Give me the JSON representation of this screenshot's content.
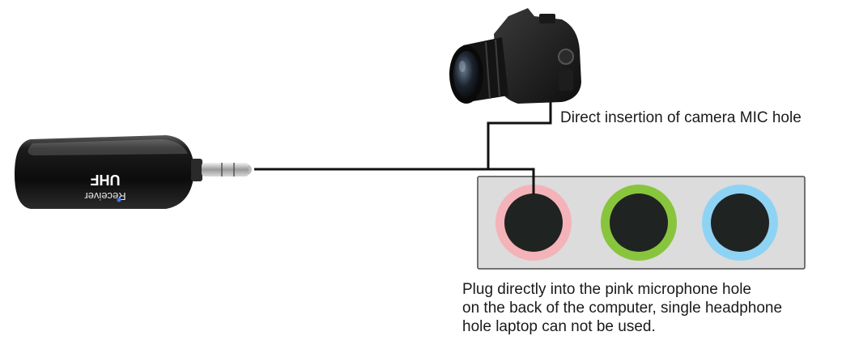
{
  "receiver": {
    "brand": "UHF",
    "model": "Receiver"
  },
  "camera_caption": "Direct insertion of camera MIC hole",
  "computer_caption": {
    "line1": "Plug directly into the pink microphone hole",
    "line2": "on the back of the computer, single headphone",
    "line3": "hole laptop can not be used."
  },
  "jack_colors": {
    "pink": "#f4b3b8",
    "green": "#88c53d",
    "blue": "#8fd3f4"
  },
  "panel_color": "#dcdcdc",
  "line_color": "#111111",
  "led_color": "#3a7bff"
}
